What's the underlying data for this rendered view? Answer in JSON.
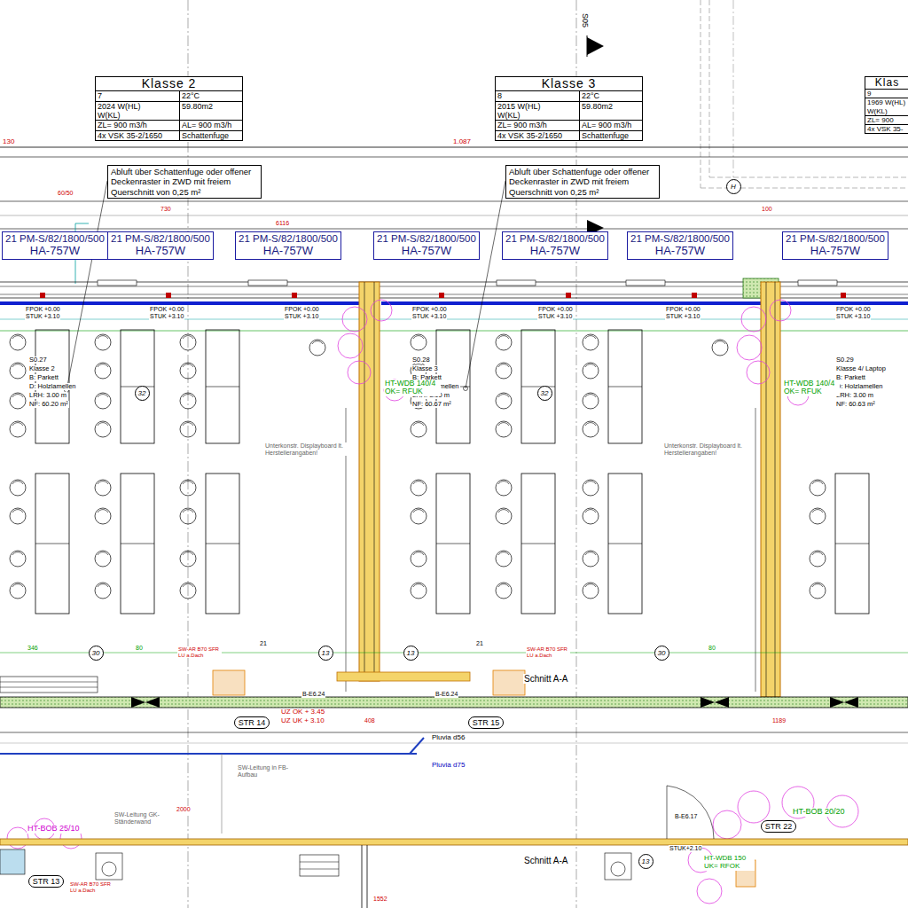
{
  "diagram": {
    "nodes": [
      {
        "text": [
          "Klasse 2",
          "7",
          "22°C",
          "2024 W(HL)",
          "W(KL)",
          "59.80m2",
          "ZL= 900 m3/h",
          "AL= 900 m3/h",
          "4x VSK 35-2/1650",
          "Schattenfuge"
        ]
      },
      {
        "text": [
          "Klasse 3",
          "8",
          "22°C",
          "2015 W(HL)",
          "W(KL)",
          "59.80m2",
          "ZL= 900 m3/h",
          "AL= 900 m3/h",
          "4x VSK 35-2/1650",
          "Schattenfuge"
        ]
      },
      {
        "text": [
          "Klas",
          "9",
          "1969 W(HL)",
          "W(KL)",
          "ZL= 900",
          "4x VSK 35-"
        ]
      },
      {
        "text": [
          "Abluft über Schattenfuge oder offener Deckenraster in ZWD mit freiem Querschnitt von 0,25 m²"
        ]
      },
      {
        "text": [
          "Abluft über Schattenfuge oder offener Deckenraster in ZWD mit freiem Querschnitt von 0,25 m²"
        ]
      },
      {
        "text": [
          "21 PM-S/82/1800/500",
          "HA-757W"
        ]
      },
      {
        "text": [
          "21 PM-S/82/1800/500",
          "HA-757W"
        ]
      },
      {
        "text": [
          "21 PM-S/82/1800/500",
          "HA-757W"
        ]
      },
      {
        "text": [
          "21 PM-S/82/1800/500",
          "HA-757W"
        ]
      },
      {
        "text": [
          "21 PM-S/82/1800/500",
          "HA-757W"
        ]
      },
      {
        "text": [
          "21 PM-S/82/1800/500",
          "HA-757W"
        ]
      },
      {
        "text": [
          "21 PM-S/82/1800/500",
          "HA-757W"
        ]
      },
      {
        "text": [
          "STR 14"
        ]
      },
      {
        "text": [
          "STR 15"
        ]
      },
      {
        "text": [
          "STR 13"
        ]
      },
      {
        "text": [
          "STR 22"
        ]
      },
      {
        "text": [
          "30"
        ]
      },
      {
        "text": [
          "13"
        ]
      },
      {
        "text": [
          "13"
        ]
      },
      {
        "text": [
          "30"
        ]
      },
      {
        "text": [
          "32"
        ]
      },
      {
        "text": [
          "32"
        ]
      },
      {
        "text": [
          "13"
        ]
      },
      {
        "text": [
          "H"
        ]
      }
    ],
    "labels": [
      "S05",
      "130",
      "1.087",
      "60/50",
      "730",
      "6116",
      "100",
      "FPOK +0.00",
      "STUK +3.10",
      "FPOK +0.00",
      "STUK +3.10",
      "FPOK +0.00",
      "STUK +3.10",
      "FPOK +0.00",
      "STUK +3.10",
      "FPOK +0.00",
      "STUK +3.10",
      "FPOK +0.00",
      "STUK +3.10",
      "FPOK +0.00",
      "STUK +3.10",
      "S0.27",
      "Klasse 2",
      "B: Parkett",
      "D: Holzlamellen",
      "LRH: 3.00 m",
      "NF: 60.20 m²",
      "S0.28",
      "Klasse 3",
      "B: Parkett",
      "D: Holzlamellen",
      "LRH: 3.00 m",
      "NF: 60.67 m²",
      "S0.29",
      "Klasse 4/ Laptop",
      "B: Parkett",
      "D: Holzlamellen",
      "LRH: 3.00 m",
      "NF: 60.63 m²",
      "Unterkonstr. Displayboard lt. Herstellerangaben!",
      "Unterkonstr. Displayboard lt. Herstellerangaben!",
      "HT-WDB 140/4 OK= RFUK",
      "HT-WDB 140/4 OK= RFUK",
      "Schnitt A-A",
      "Schnitt A-A",
      "Pluvia d56",
      "Pluvia d75",
      "SW-Leitung in FB-Aufbau",
      "UZ OK + 3.45",
      "UZ UK + 3.10",
      "HT-BOB 25/10",
      "HT-BOB 20/20",
      "HT-WDB 150 UK= RFOK",
      "SW-AR B70 SFR LU a.Dach",
      "SW-AR B70 SFR LU a.Dach",
      "SW-AR B70 SFR LU a.Dach",
      "408",
      "1189",
      "2000",
      "1552",
      "STUK+2.10",
      "SW-Leitung GK-Ständerwand",
      "346",
      "80",
      "80",
      "21",
      "21",
      "B-E6.24",
      "B-E6.24",
      "B-E6.17"
    ]
  }
}
